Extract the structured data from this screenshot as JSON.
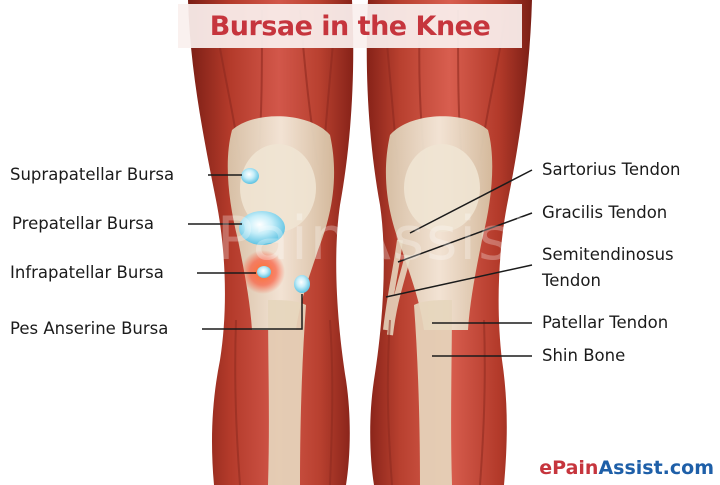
{
  "title": "Bursae in the Knee",
  "watermark": "ePainAssist",
  "brand": {
    "part1": "ePain",
    "part2": "Assist.com"
  },
  "labels": {
    "suprapatellar_bursa": "Suprapatellar Bursa",
    "prepatellar_bursa": "Prepatellar Bursa",
    "infrapatellar_bursa": "Infrapatellar Bursa",
    "pes_anserine_bursa": "Pes Anserine Bursa",
    "sartorius_tendon": "Sartorius Tendon",
    "gracilis_tendon": "Gracilis Tendon",
    "semitendinosus_line1": "Semitendinosus",
    "semitendinosus_line2": "Tendon",
    "patellar_tendon": "Patellar Tendon",
    "shin_bone": "Shin Bone"
  },
  "colors": {
    "title": "#c6353d",
    "muscle": "#b5372b",
    "tendon": "#efe2cc",
    "bursa": "#8fd8ee",
    "inflamed": "#ff3a1a",
    "brand_red": "#c6353d",
    "brand_blue": "#1e5fa8"
  }
}
